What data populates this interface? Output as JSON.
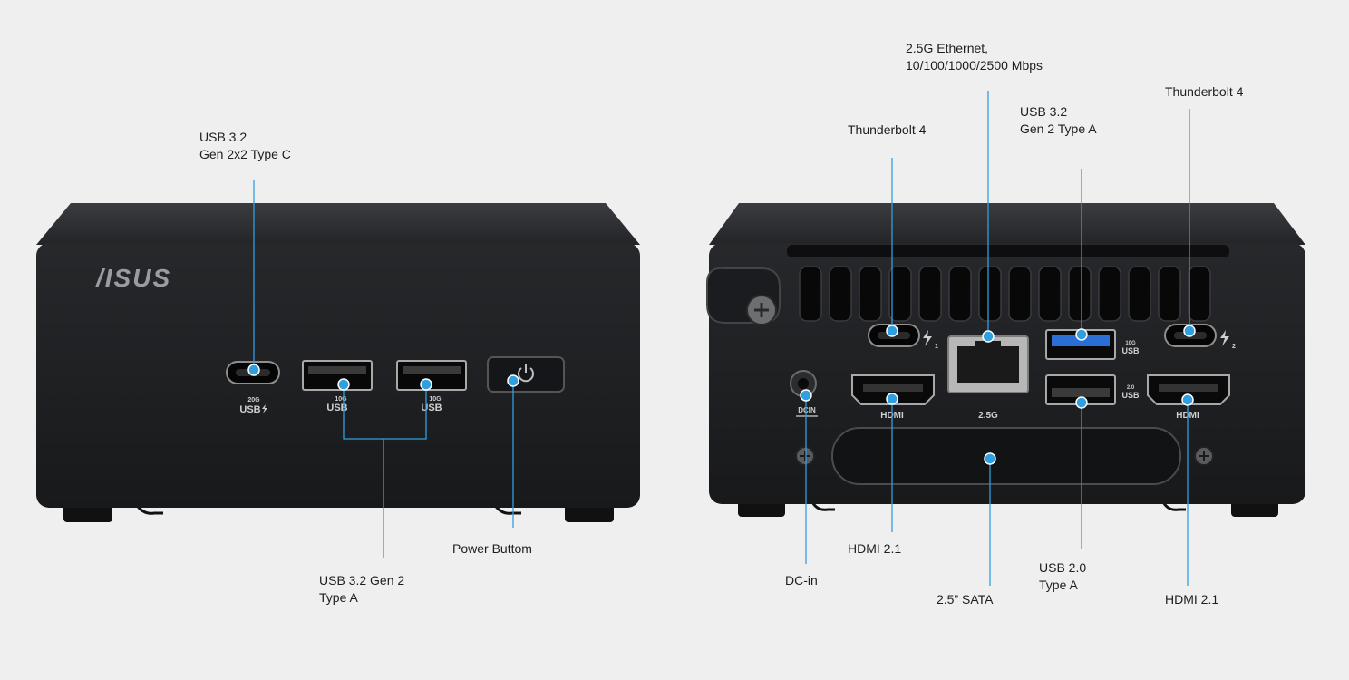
{
  "front": {
    "logo": "/ISUS",
    "ports": {
      "usbc_speed": "20G",
      "usbc_label": "USB",
      "usba1_speed": "10G",
      "usba1_label": "USB",
      "usba2_speed": "10G",
      "usba2_label": "USB"
    },
    "callouts": {
      "usbc": "USB 3.2\nGen 2x2 Type C",
      "usba": "USB 3.2 Gen 2\nType A",
      "power": "Power Buttom"
    }
  },
  "rear": {
    "ports": {
      "tb1_mark": "1",
      "tb2_mark": "2",
      "usb_blue_speed": "10G",
      "usb_blue_label": "USB",
      "usb2_speed": "2.0",
      "usb2_label": "USB",
      "hdmi1_label": "HDMI",
      "hdmi2_label": "HDMI",
      "eth_label": "2.5G",
      "dc_label": "DCIN"
    },
    "callouts": {
      "ethernet": "2.5G Ethernet,\n10/100/1000/2500 Mbps",
      "tb_left": "Thunderbolt 4",
      "tb_right": "Thunderbolt 4",
      "usb32": "USB 3.2\nGen 2 Type A",
      "dcin": "DC-in",
      "hdmi_left": "HDMI 2.1",
      "sata": "2.5” SATA",
      "usb20": "USB 2.0\nType A",
      "hdmi_right": "HDMI 2.1"
    }
  },
  "colors": {
    "background": "#efefef",
    "callout_line": "#2f9fe0",
    "device_body": "#1d1f22",
    "text": "#1e1e1e",
    "usb3_blue": "#2a6fd6"
  }
}
